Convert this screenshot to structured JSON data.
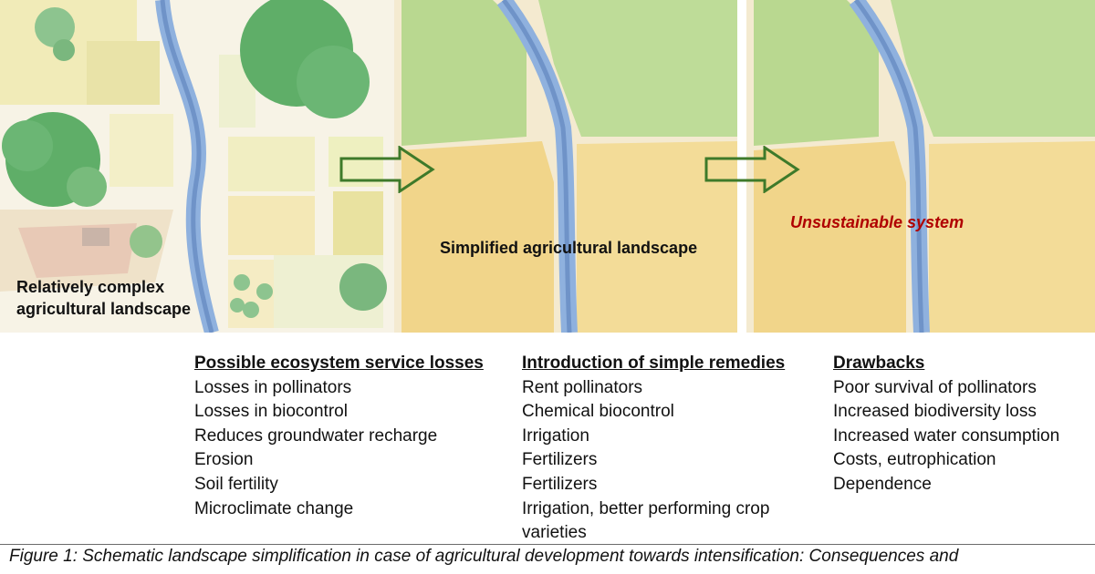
{
  "panels": {
    "complex_label": "Relatively complex agricultural landscape",
    "simplified_label": "Simplified agricultural landscape",
    "unsustainable_label": "Unsustainable system"
  },
  "columns": [
    {
      "heading": "Possible ecosystem service losses",
      "items": [
        "Losses in pollinators",
        "Losses in biocontrol",
        "Reduces groundwater recharge",
        "Erosion",
        "Soil fertility",
        "Microclimate change"
      ]
    },
    {
      "heading": "Introduction of simple remedies",
      "items": [
        "Rent pollinators",
        "Chemical biocontrol",
        "Irrigation",
        "Fertilizers",
        "Fertilizers",
        "Irrigation, better performing crop varieties"
      ]
    },
    {
      "heading": "Drawbacks",
      "items": [
        "Poor survival of pollinators",
        "Increased biodiversity loss",
        "Increased water consumption",
        "Costs, eutrophication",
        "Dependence"
      ]
    }
  ],
  "caption": "Figure 1: Schematic landscape simplification in case of agricultural development towards intensification: Consequences and",
  "colors": {
    "field_green": "#b9d890",
    "field_yellow": "#f1d58a",
    "river_blue": "#8fb1de",
    "tree_green": "#5fae68",
    "arrow_green": "#3e7a2a",
    "unsustainable_red": "#b00000"
  }
}
